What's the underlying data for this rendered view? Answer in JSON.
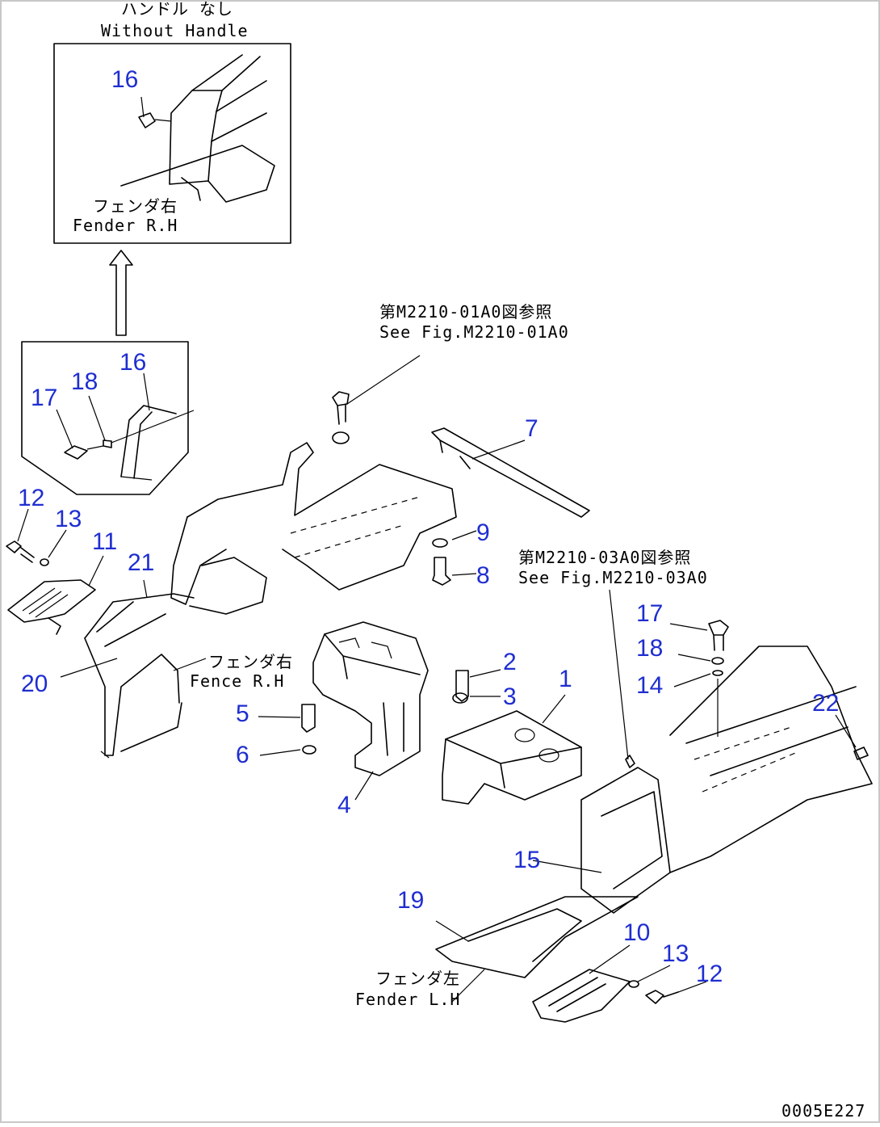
{
  "notes": {
    "without_handle_jp": "ハンドル なし",
    "without_handle_en": "Without Handle",
    "fender_rh_inset_jp": "フェンダ右",
    "fender_rh_inset_en": "Fender R.H",
    "see_fig_01_jp": "第M2210-01A0図参照",
    "see_fig_01_en": "See Fig.M2210-01A0",
    "see_fig_03_jp": "第M2210-03A0図参照",
    "see_fig_03_en": "See Fig.M2210-03A0",
    "fender_rh_jp": "フェンダ右",
    "fender_rh_en": "Fence R.H",
    "fender_lh_jp": "フェンダ左",
    "fender_lh_en": "Fender L.H",
    "drawing_code": "0005E227"
  },
  "callouts": {
    "c1": "1",
    "c2": "2",
    "c3": "3",
    "c4": "4",
    "c5": "5",
    "c6": "6",
    "c7": "7",
    "c8": "8",
    "c9": "9",
    "c10": "10",
    "c11": "11",
    "c12a": "12",
    "c12b": "12",
    "c13a": "13",
    "c13b": "13",
    "c14": "14",
    "c15": "15",
    "c16a": "16",
    "c16b": "16",
    "c17a": "17",
    "c17b": "17",
    "c18a": "18",
    "c18b": "18",
    "c19": "19",
    "c20": "20",
    "c21": "21",
    "c22": "22"
  },
  "colors": {
    "callout": "#1f2ed0",
    "line": "#000000",
    "frame": "#c8c8c8"
  }
}
